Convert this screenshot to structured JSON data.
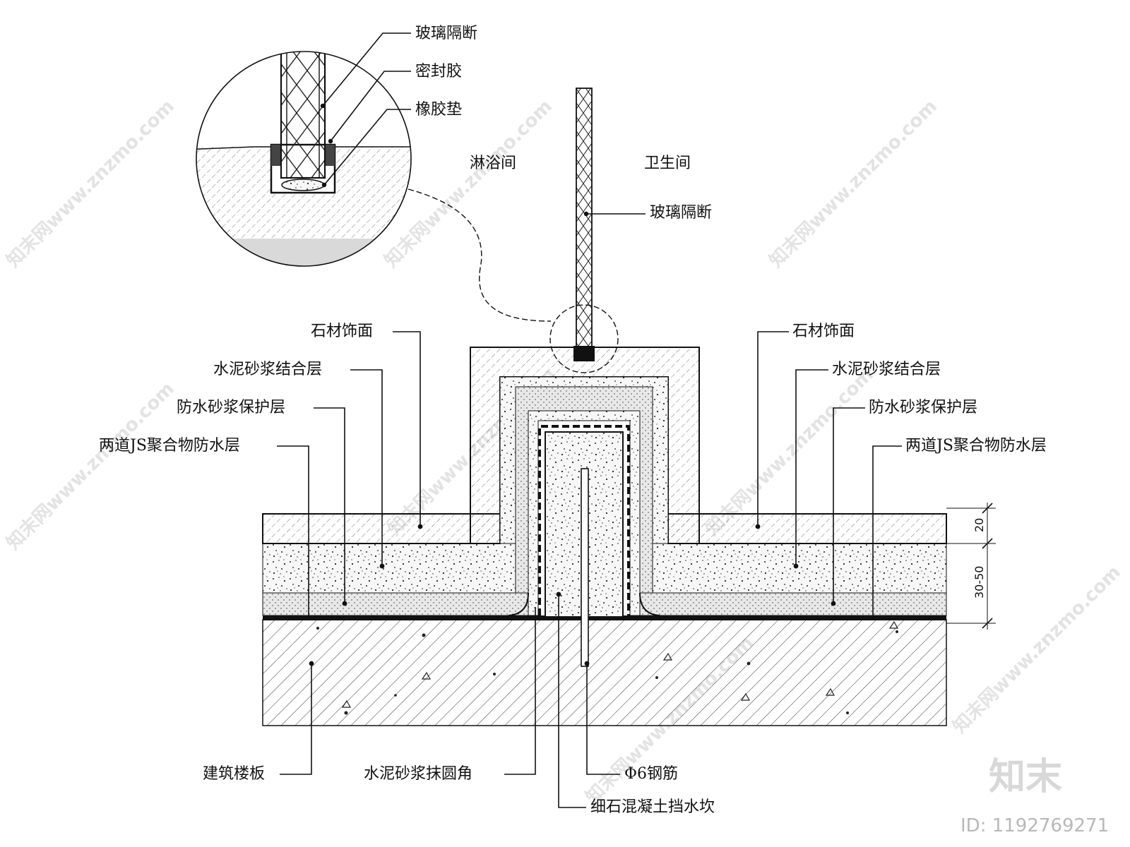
{
  "rooms": {
    "left": "淋浴间",
    "right": "卫生间"
  },
  "labels": {
    "glass_partition": "玻璃隔断",
    "sealant": "密封胶",
    "rubber_pad": "橡胶垫",
    "stone_finish": "石材饰面",
    "mortar_bond": "水泥砂浆结合层",
    "waterproof_mortar": "防水砂浆保护层",
    "js_waterproof": "两道JS聚合物防水层",
    "floor_slab": "建筑楼板",
    "mortar_fillet": "水泥砂浆抹圆角",
    "rebar": "Φ6钢筋",
    "curb": "细石混凝土挡水坎"
  },
  "dimensions": {
    "top": "20",
    "bottom": "30-50"
  },
  "branding": {
    "logo": "知末",
    "image_id": "ID: 1192769271",
    "watermark": "知末网www.znzmo.com"
  },
  "colors": {
    "line": "#111111",
    "hatch": "#333333",
    "concrete_fill": "#f2f2f2",
    "slab_gray": "#d9d9d9"
  }
}
